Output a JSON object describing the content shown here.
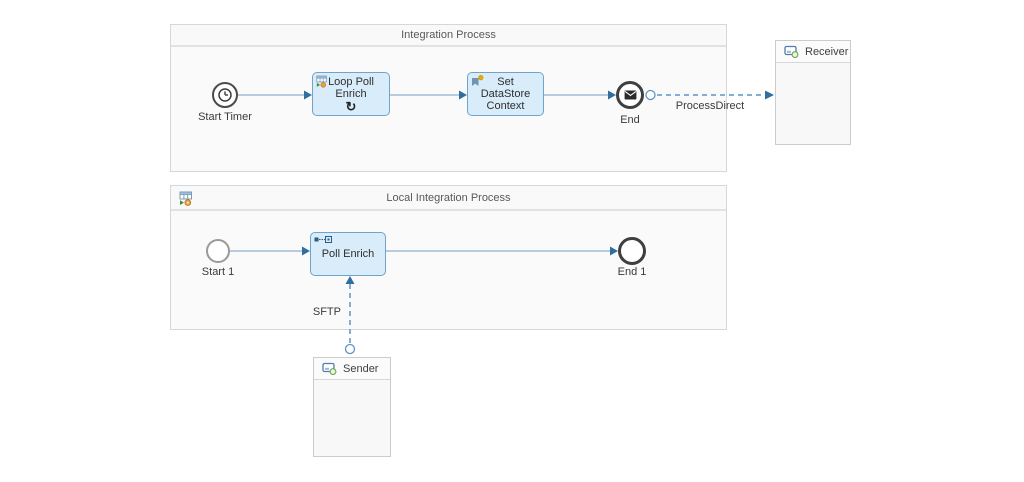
{
  "diagram": {
    "pools": {
      "integration": {
        "title": "Integration Process"
      },
      "local": {
        "title": "Local Integration Process",
        "icon": "process-icon"
      }
    },
    "nodes": {
      "start_timer": {
        "label": "Start Timer",
        "icon": "timer-clock-icon"
      },
      "loop_poll_enrich": {
        "label": "Loop Poll Enrich",
        "loop_marker": "↻",
        "icon": "process-call-icon"
      },
      "set_datastore_context": {
        "label": "Set DataStore Context",
        "icon": "content-modifier-icon"
      },
      "end": {
        "label": "End",
        "icon": "message-envelope-icon"
      },
      "start_1": {
        "label": "Start 1"
      },
      "poll_enrich": {
        "label": "Poll Enrich",
        "icon": "poll-enrich-icon"
      },
      "end_1": {
        "label": "End 1"
      }
    },
    "participants": {
      "receiver": {
        "label": "Receiver",
        "icon": "system-icon"
      },
      "sender": {
        "label": "Sender",
        "icon": "system-icon"
      }
    },
    "flows": {
      "process_direct": {
        "label": "ProcessDirect"
      },
      "sftp": {
        "label": "SFTP"
      }
    },
    "colors": {
      "task_fill": "#d9ecf9",
      "task_border": "#6fa3ca",
      "sequence_flow": "#a3bcd6",
      "arrowhead": "#2f6e9e",
      "message_flow": "#5d94c8",
      "pool_fill": "#fafafa",
      "pool_border": "#d7d7d7",
      "event_border": "#3f3f3f",
      "canvas_bg": "#ffffff"
    }
  }
}
